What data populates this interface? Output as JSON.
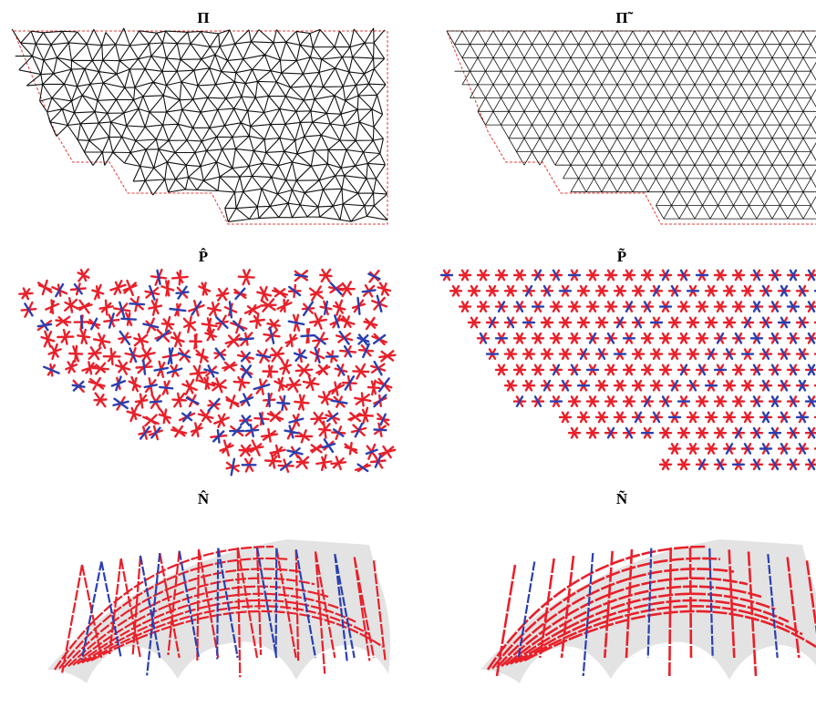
{
  "panels": [
    {
      "id": "irregular-mesh",
      "title": "Π",
      "kind": "mesh",
      "style": "irregular"
    },
    {
      "id": "regular-mesh",
      "title": "Π̃",
      "kind": "mesh",
      "style": "regular"
    },
    {
      "id": "irregular-vectors",
      "title": "P̂",
      "kind": "vectors",
      "style": "irregular"
    },
    {
      "id": "regular-vectors",
      "title": "P̃",
      "kind": "vectors",
      "style": "regular"
    },
    {
      "id": "irregular-shell",
      "title": "N̂",
      "kind": "shell",
      "style": "irregular"
    },
    {
      "id": "regular-shell",
      "title": "Ñ",
      "kind": "shell",
      "style": "regular"
    }
  ],
  "colors": {
    "mesh_line": "#111111",
    "boundary_dashed": "#e53935",
    "vector_red": "#e8202a",
    "vector_blue": "#2b3fb0",
    "shell_fill": "#e3e3e3"
  }
}
